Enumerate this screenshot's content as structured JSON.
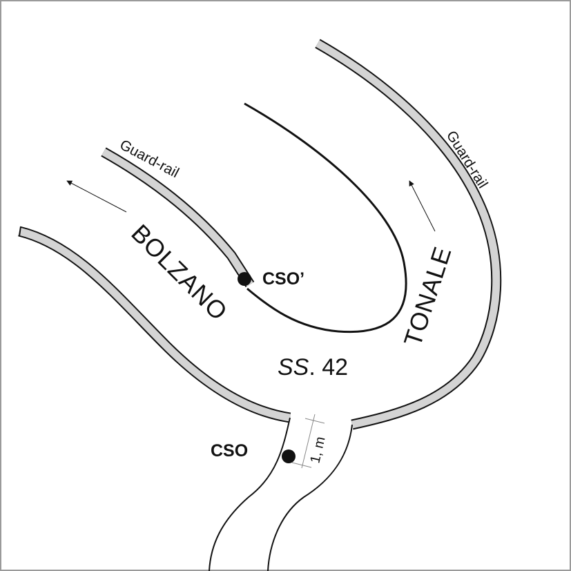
{
  "road_name": "SS. 42",
  "road_name_prefix": "SS",
  "road_name_suffix": ". 42",
  "directions": {
    "left": "BOLZANO",
    "right": "TONALE"
  },
  "guard_rail_labels": {
    "left": "Guard-rail",
    "right": "Guard-rail"
  },
  "points": {
    "cso": "CSO",
    "cso_prime": "CSO’"
  },
  "dimension_label": "1, m",
  "colors": {
    "guard_rail_fill": "#d4d4d4",
    "line": "#111111",
    "frame": "#9a9a9a"
  }
}
